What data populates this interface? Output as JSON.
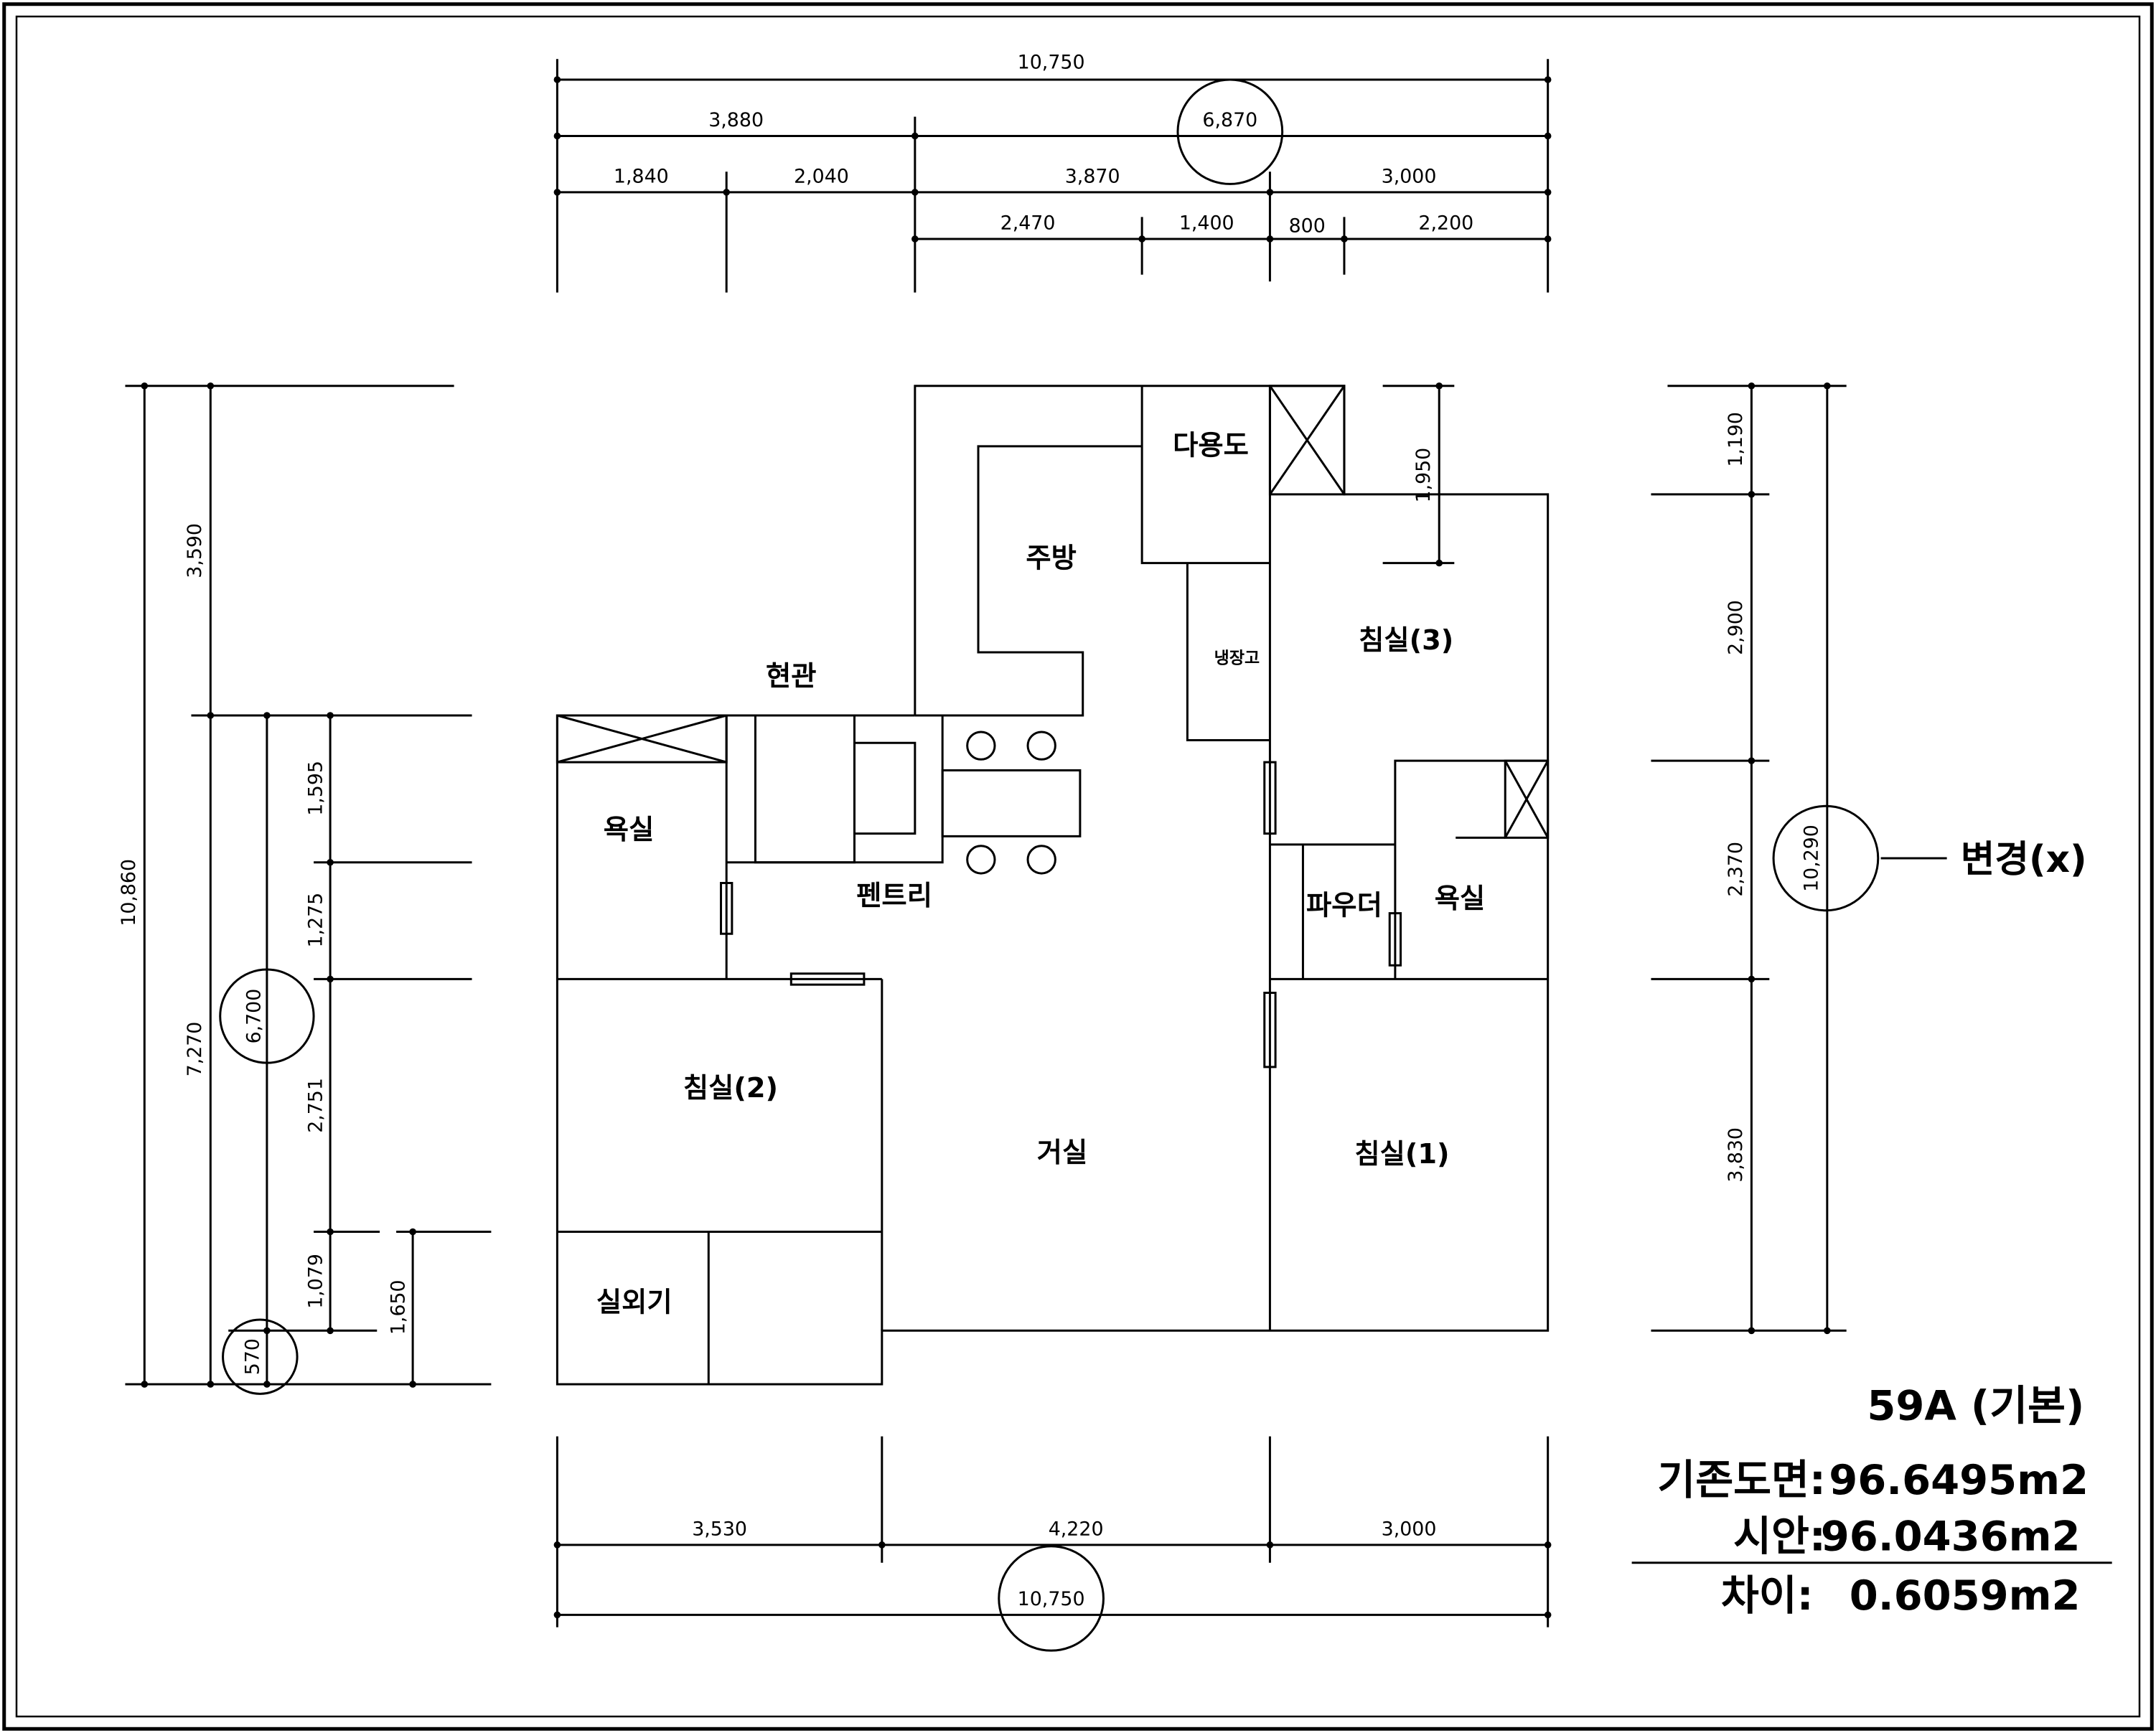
{
  "dimensions": {
    "top_total": "10,750",
    "top_left_group": "3,880",
    "top_right_group": "6,870",
    "top_row3": [
      "1,840",
      "2,040",
      "3,870",
      "3,000"
    ],
    "top_row4": [
      "2,470",
      "1,400",
      "800",
      "2,200"
    ],
    "bottom": [
      "3,530",
      "4,220",
      "3,000"
    ],
    "bottom_total": "10,750",
    "left_total": "10,860",
    "left_upper": "3,590",
    "left_lower": "7,270",
    "left_inner": "6,700",
    "left_small": "570",
    "left_segments": [
      "1,595",
      "1,275",
      "2,751",
      "1,079"
    ],
    "left_extra": "1,650",
    "right_segments": [
      "1,190",
      "2,900",
      "2,370",
      "3,830"
    ],
    "right_total": "10,290",
    "util_height": "1,950"
  },
  "rooms": {
    "utility": "다용도",
    "kitchen": "주방",
    "entrance": "현관",
    "fridge": "냉장고",
    "bed3": "침실(3)",
    "bath_left": "욕실",
    "pantry": "펜트리",
    "powder": "파우더",
    "bath_right": "욕실",
    "bed2": "침실(2)",
    "living": "거실",
    "bed1": "침실(1)",
    "ac_unit": "실외기"
  },
  "change_label": "변경(x)",
  "summary": {
    "plan_type": "59A (기본)",
    "existing_label": "기존도면:",
    "existing_value": "96.6495m2",
    "draft_label": "시안:",
    "draft_value": "96.0436m2",
    "diff_label": "차이:",
    "diff_value": "0.6059m2"
  }
}
